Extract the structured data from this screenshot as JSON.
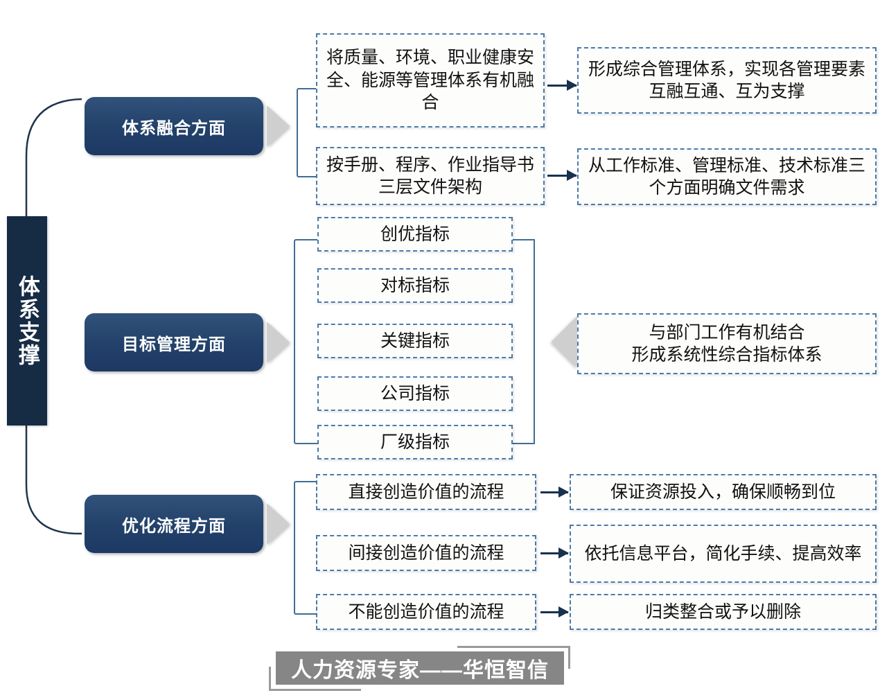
{
  "spine": {
    "label": "体系支撑"
  },
  "colors": {
    "spine_bg": "#162b44",
    "category_bg": "#274a73",
    "dashed_border": "#4a7aa8",
    "arrow": "#17314f",
    "chevron": "#cfcfcf",
    "footer_bg": "#868686"
  },
  "sections": [
    {
      "id": "system-integration",
      "category_label": "体系融合方面",
      "rows": [
        {
          "left": "将质量、环境、职业健康安全、能源等管理体系有机融合",
          "right": "形成综合管理体系，实现各管理要素互融互通、互为支撑"
        },
        {
          "left": "按手册、程序、作业指导书三层文件架构",
          "right": "从工作标准、管理标准、技术标准三个方面明确文件需求"
        }
      ]
    },
    {
      "id": "goal-management",
      "category_label": "目标管理方面",
      "indicators": [
        "创优指标",
        "对标指标",
        "关键指标",
        "公司指标",
        "厂级指标"
      ],
      "summary": "与部门工作有机结合\n形成系统性综合指标体系",
      "summary_line1": "与部门工作有机结合",
      "summary_line2": "形成系统性综合指标体系"
    },
    {
      "id": "process-optimization",
      "category_label": "优化流程方面",
      "rows": [
        {
          "left": "直接创造价值的流程",
          "right": "保证资源投入，确保顺畅到位"
        },
        {
          "left": "间接创造价值的流程",
          "right": "依托信息平台，简化手续、提高效率"
        },
        {
          "left": "不能创造价值的流程",
          "right": "归类整合或予以删除"
        }
      ]
    }
  ],
  "footer": {
    "text": "人力资源专家——华恒智信"
  }
}
